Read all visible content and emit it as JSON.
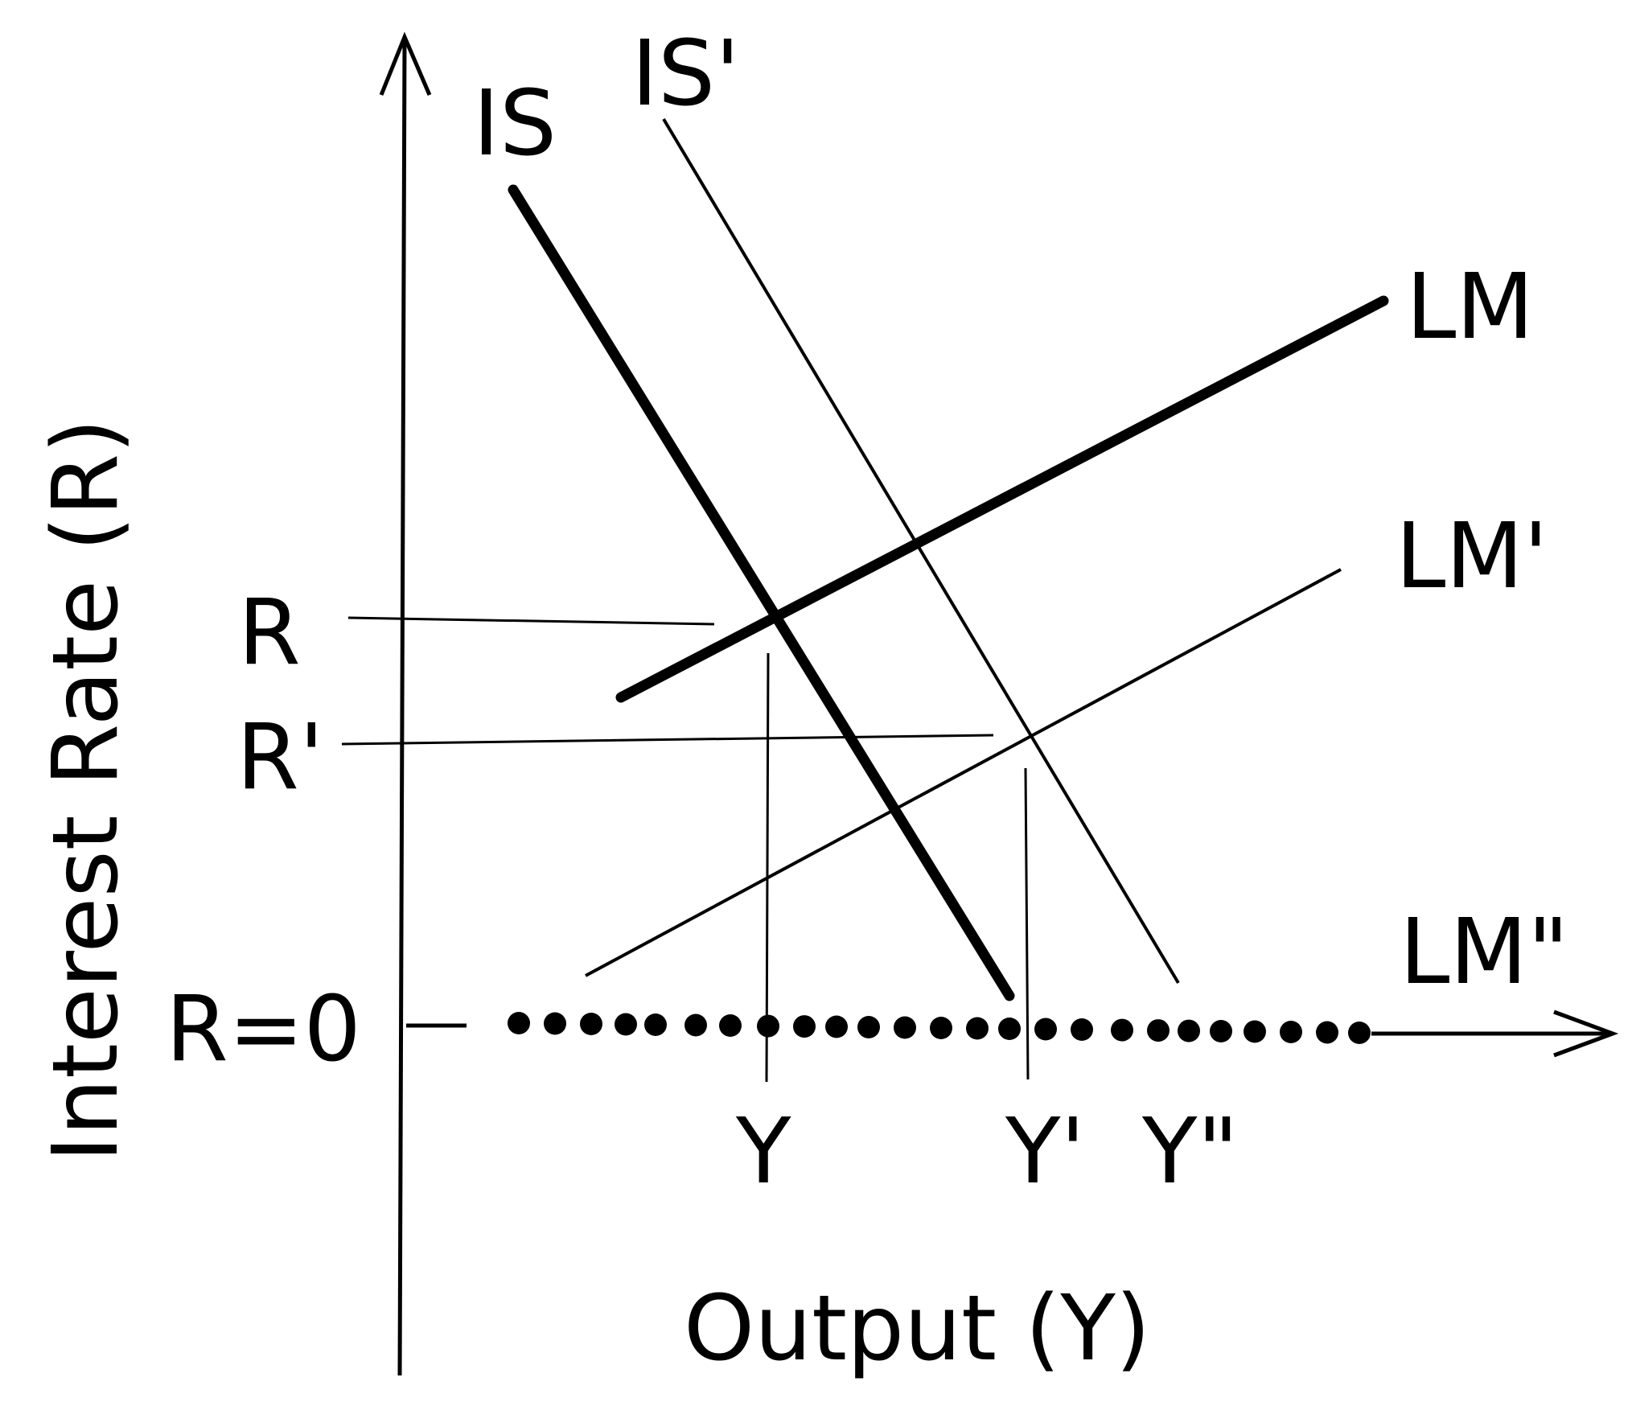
{
  "diagram": {
    "axes": {
      "y_title": "Interest Rate (R)",
      "x_title": "Output (Y)"
    },
    "curves": {
      "is": "IS",
      "is_prime": "IS'",
      "lm": "LM",
      "lm_prime": "LM'",
      "lm_double_prime": "LM\""
    },
    "y_ticks": {
      "r": "R",
      "r_prime": "R'",
      "r_zero": "R=0"
    },
    "x_ticks": {
      "y": "Y",
      "y_prime": "Y'",
      "y_double_prime": "Y\""
    },
    "colors": {
      "ink": "#000000",
      "background": "#ffffff"
    }
  }
}
